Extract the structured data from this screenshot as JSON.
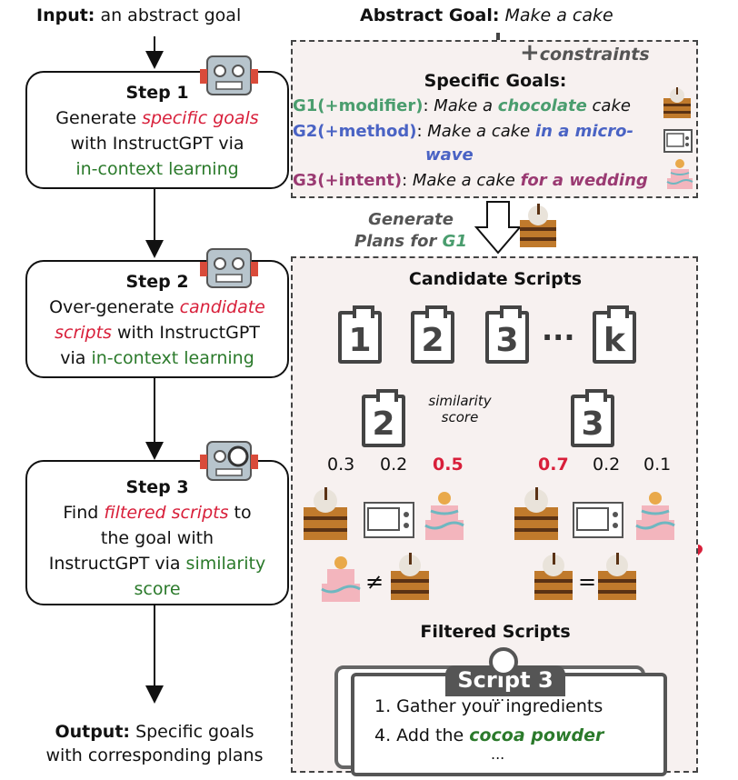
{
  "left": {
    "input_label": "Input:",
    "input_text": "an abstract goal",
    "step1": {
      "title": "Step 1",
      "line1": "Generate ",
      "red": "specific goals",
      "line2": "with InstructGPT via",
      "green": "in-context learning"
    },
    "step2": {
      "title": "Step 2",
      "line1": "Over-generate ",
      "red": "candidate",
      "red2": "scripts",
      "line2b": " with InstructGPT",
      "line3": "via ",
      "green": "in-context learning"
    },
    "step3": {
      "title": "Step 3",
      "line1": "Find ",
      "red": "filtered scripts",
      "line1b": " to",
      "line2": "the goal with",
      "line3": "InstructGPT via ",
      "green": "similarity",
      "green2": "score"
    },
    "output_label": "Output:",
    "output_text": "Specific goals",
    "output_text2": "with corresponding plans"
  },
  "top": {
    "abstract_label": "Abstract Goal:",
    "abstract_text": "Make a cake",
    "constraints": "constraints",
    "specific_title": "Specific Goals:",
    "g1_label": "G1(+modifier)",
    "g1_pre": "Make a ",
    "g1_hl": "chocolate",
    "g1_post": " cake",
    "g2_label": "G2(+method)",
    "g2_pre": "Make a cake ",
    "g2_hl": "in a micro-",
    "g2_hl2": "wave",
    "g3_label": "G3(+intent)",
    "g3_pre": "Make a cake ",
    "g3_hl": "for a wedding",
    "colon": ":"
  },
  "generate": {
    "line1": "Generate",
    "line2": "Plans for ",
    "g1": "G1"
  },
  "candidates": {
    "title": "Candidate Scripts",
    "clips": [
      "1",
      "2",
      "3",
      "k"
    ],
    "dots": "···",
    "left_clip": "2",
    "right_clip": "3",
    "similarity": "similarity",
    "score": "score",
    "left_scores": [
      "0.3",
      "0.2",
      "0.5"
    ],
    "right_scores": [
      "0.7",
      "0.2",
      "0.1"
    ],
    "neq": "≠",
    "eq": "="
  },
  "filtered": {
    "title": "Filtered Scripts",
    "script_title": "Script 3",
    "dots_top": "...",
    "line1": "1. Gather your ingredients",
    "line2_pre": "4. Add the ",
    "line2_hl": "cocoa powder",
    "dots_bottom": "..."
  },
  "colors": {
    "red": "#d81f3a",
    "green": "#2b7a2b",
    "blue": "#4a63c4",
    "plum": "#9a3a72",
    "teal": "#4a9d6e"
  }
}
